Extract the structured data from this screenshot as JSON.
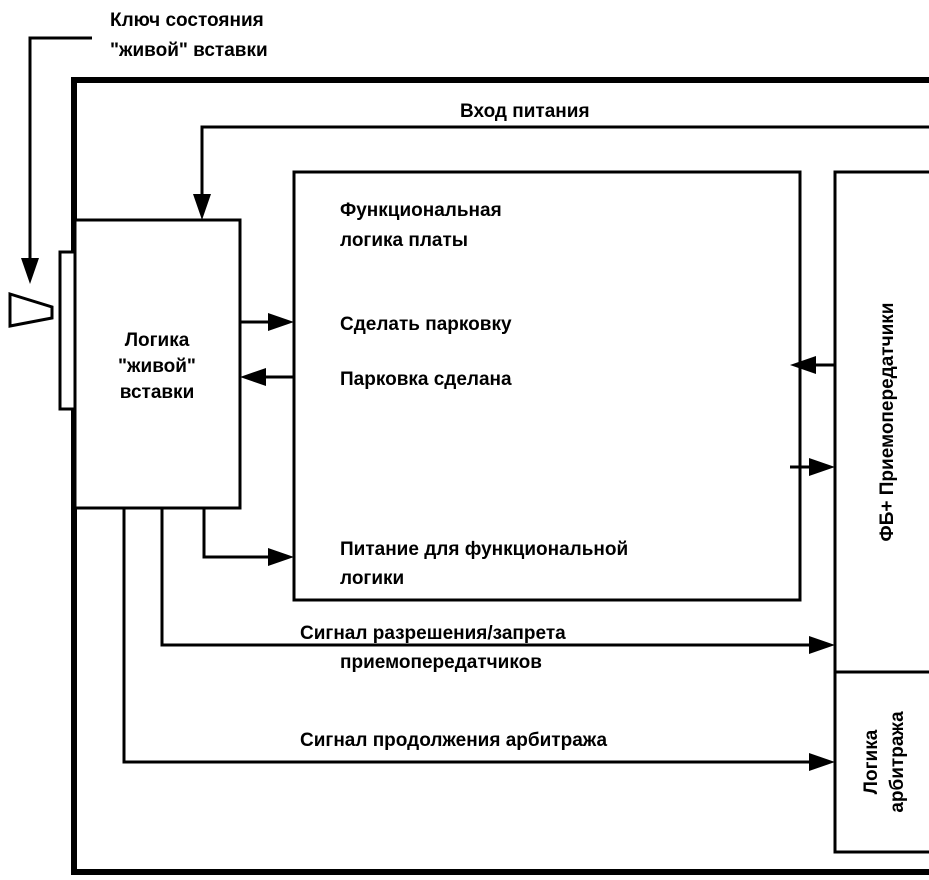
{
  "labels": {
    "key_line1": "Ключ состояния",
    "key_line2": "\"живой\" вставки",
    "power_in": "Вход питания",
    "func_line1": "Функциональная",
    "func_line2": "логика платы",
    "hot_line1": "Логика",
    "hot_line2": "\"живой\"",
    "hot_line3": "вставки",
    "do_park": "Сделать парковку",
    "park_done": "Парковка сделана",
    "power_func_line1": "Питание для функциональной",
    "power_func_line2": "логики",
    "enable_line1": "Сигнал разрешения/запрета",
    "enable_line2": "приемопередатчиков",
    "arb_signal": "Сигнал продолжения арбитража",
    "transceivers": "ФБ+ Приемопередатчики",
    "arb_logic_line1": "Логика",
    "arb_logic_line2": "арбитража"
  }
}
